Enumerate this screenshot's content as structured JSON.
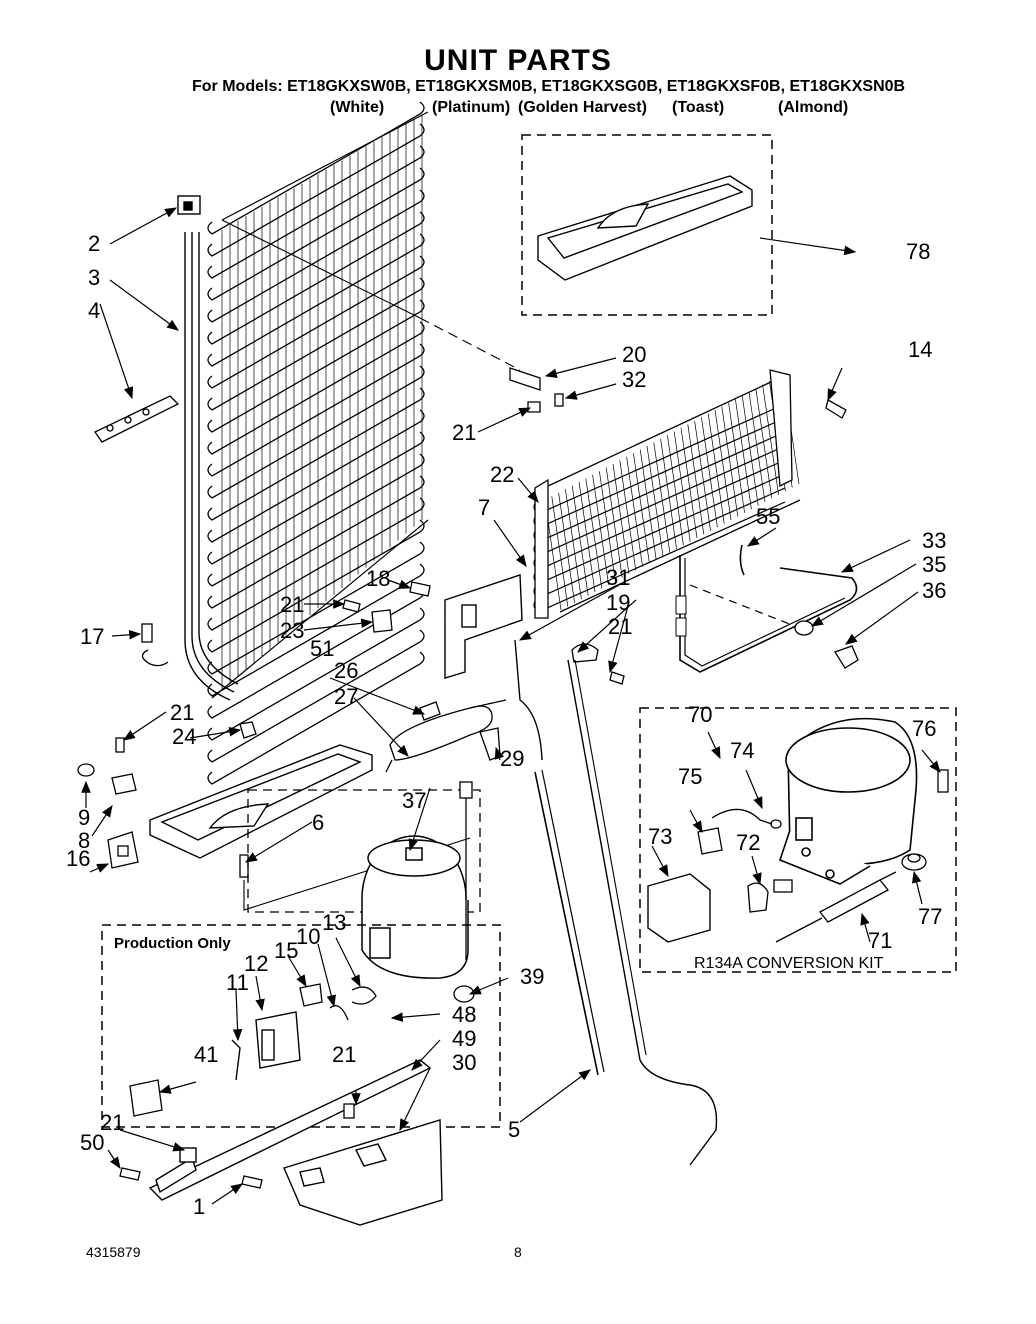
{
  "header": {
    "title": "UNIT PARTS",
    "models_line": "For Models:  ET18GKXSW0B, ET18GKXSM0B, ET18GKXSG0B, ET18GKXSF0B, ET18GKXSN0B",
    "colors": [
      "(White)",
      "(Platinum)",
      "(Golden Harvest)",
      "(Toast)",
      "(Almond)"
    ]
  },
  "boxes": {
    "production_label": "Production Only",
    "kit_label": "R134A  CONVERSION  KIT"
  },
  "callouts": [
    "1",
    "2",
    "3",
    "4",
    "5",
    "6",
    "7",
    "8",
    "9",
    "10",
    "11",
    "12",
    "13",
    "14",
    "15",
    "16",
    "17",
    "18",
    "19",
    "20",
    "21",
    "21",
    "21",
    "21",
    "21",
    "21",
    "22",
    "23",
    "24",
    "26",
    "27",
    "29",
    "30",
    "31",
    "32",
    "33",
    "35",
    "36",
    "37",
    "39",
    "41",
    "48",
    "49",
    "50",
    "51",
    "55",
    "70",
    "71",
    "72",
    "73",
    "74",
    "75",
    "76",
    "77",
    "78"
  ],
  "footer": {
    "doc_number": "4315879",
    "page_number": "8"
  }
}
